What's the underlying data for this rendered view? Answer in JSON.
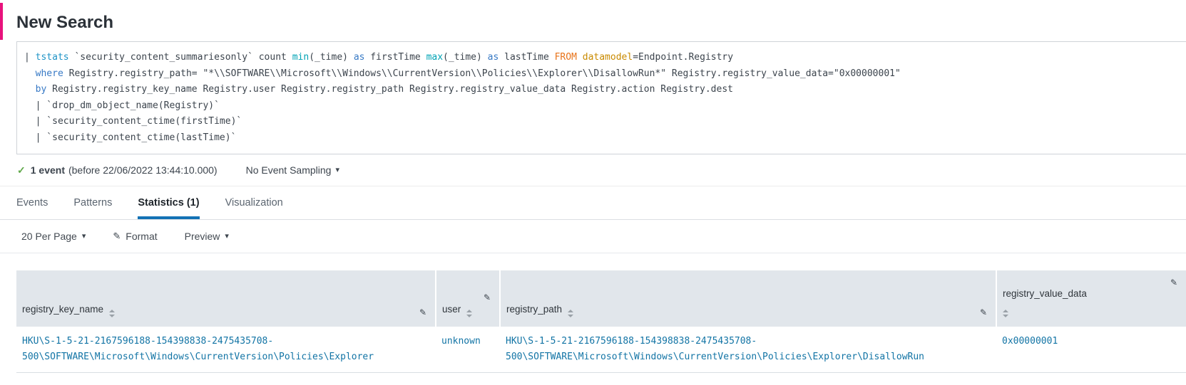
{
  "page_title": "New Search",
  "icons": {
    "caret_down": "▾",
    "pencil": "✎",
    "check": "✓"
  },
  "colors": {
    "accent_pink": "#e8127d",
    "link_blue": "#1274a5",
    "tab_underline": "#1372b5",
    "check_green": "#5fa849",
    "table_header_bg": "#e1e6eb",
    "syntax": {
      "command": "#1e93c6",
      "function": "#00a3b5",
      "keyword": "#3779c5",
      "from": "#e8731a",
      "datamodel": "#c98a00",
      "text": "#3c444d"
    }
  },
  "search": {
    "lines": [
      {
        "tokens": [
          {
            "t": "| ",
            "c": "plain"
          },
          {
            "t": "tstats",
            "c": "cmd"
          },
          {
            "t": " `security_content_summariesonly` count ",
            "c": "plain"
          },
          {
            "t": "min",
            "c": "func"
          },
          {
            "t": "(_time) ",
            "c": "plain"
          },
          {
            "t": "as",
            "c": "kw"
          },
          {
            "t": " firstTime ",
            "c": "plain"
          },
          {
            "t": "max",
            "c": "func"
          },
          {
            "t": "(_time) ",
            "c": "plain"
          },
          {
            "t": "as",
            "c": "kw"
          },
          {
            "t": " lastTime ",
            "c": "plain"
          },
          {
            "t": "FROM",
            "c": "from"
          },
          {
            "t": " ",
            "c": "plain"
          },
          {
            "t": "datamodel",
            "c": "dm"
          },
          {
            "t": "=Endpoint.Registry",
            "c": "plain"
          }
        ]
      },
      {
        "tokens": [
          {
            "t": "  ",
            "c": "plain"
          },
          {
            "t": "where",
            "c": "kw"
          },
          {
            "t": " Registry.registry_path= \"*\\\\SOFTWARE\\\\Microsoft\\\\Windows\\\\CurrentVersion\\\\Policies\\\\Explorer\\\\DisallowRun*\" Registry.registry_value_data=\"0x00000001\"",
            "c": "plain"
          }
        ]
      },
      {
        "tokens": [
          {
            "t": "  ",
            "c": "plain"
          },
          {
            "t": "by",
            "c": "kw"
          },
          {
            "t": " Registry.registry_key_name Registry.user Registry.registry_path Registry.registry_value_data Registry.action Registry.dest",
            "c": "plain"
          }
        ]
      },
      {
        "tokens": [
          {
            "t": "  | `drop_dm_object_name(Registry)`",
            "c": "plain"
          }
        ]
      },
      {
        "tokens": [
          {
            "t": "  | `security_content_ctime(firstTime)`",
            "c": "plain"
          }
        ]
      },
      {
        "tokens": [
          {
            "t": "  | `security_content_ctime(lastTime)`",
            "c": "plain"
          }
        ]
      }
    ]
  },
  "status": {
    "event_count": "1 event",
    "time_note": "(before 22/06/2022 13:44:10.000)",
    "sampling_label": "No Event Sampling"
  },
  "tabs": [
    {
      "label": "Events",
      "active": false
    },
    {
      "label": "Patterns",
      "active": false
    },
    {
      "label": "Statistics (1)",
      "active": true
    },
    {
      "label": "Visualization",
      "active": false
    }
  ],
  "toolbar": {
    "per_page_label": "20 Per Page",
    "format_label": "Format",
    "preview_label": "Preview"
  },
  "table": {
    "columns": [
      {
        "key": "registry_key_name",
        "label": "registry_key_name"
      },
      {
        "key": "user",
        "label": "user"
      },
      {
        "key": "registry_path",
        "label": "registry_path"
      },
      {
        "key": "registry_value_data",
        "label": "registry_value_data"
      }
    ],
    "rows": [
      {
        "registry_key_name": "HKU\\S-1-5-21-2167596188-154398838-2475435708-500\\SOFTWARE\\Microsoft\\Windows\\CurrentVersion\\Policies\\Explorer",
        "user": "unknown",
        "registry_path": "HKU\\S-1-5-21-2167596188-154398838-2475435708-500\\SOFTWARE\\Microsoft\\Windows\\CurrentVersion\\Policies\\Explorer\\DisallowRun",
        "registry_value_data": "0x00000001"
      }
    ]
  }
}
